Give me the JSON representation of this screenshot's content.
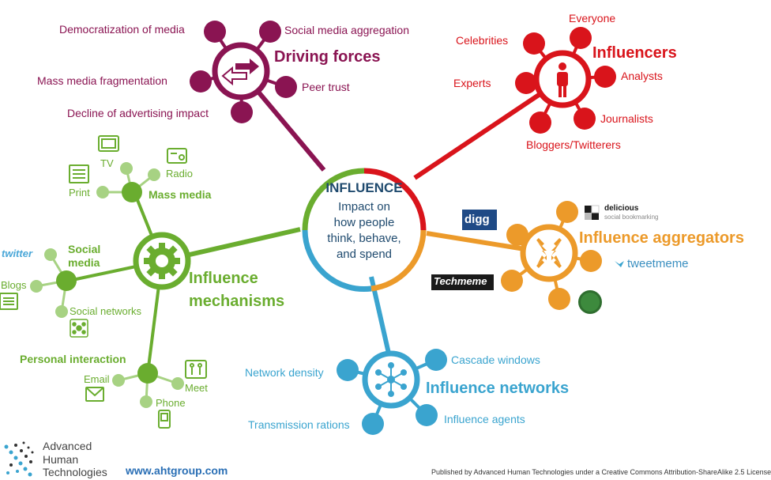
{
  "center": {
    "title": "INFLUENCE",
    "line1": "Impact on",
    "line2": "how people",
    "line3": "think, behave,",
    "line4": "and spend"
  },
  "driving_forces": {
    "title": "Driving forces",
    "items": [
      "Democratization of media",
      "Social media aggregation",
      "Mass media fragmentation",
      "Peer trust",
      "Decline of advertising impact"
    ]
  },
  "influencers": {
    "title": "Influencers",
    "items": [
      "Everyone",
      "Celebrities",
      "Analysts",
      "Experts",
      "Journalists",
      "Bloggers/Twitterers"
    ]
  },
  "aggregators": {
    "title": "Influence aggregators",
    "logos": [
      "digg",
      "delicious",
      "social bookmarking",
      "tweetmeme",
      "Techmeme"
    ]
  },
  "networks": {
    "title": "Influence networks",
    "items": [
      "Network density",
      "Cascade windows",
      "Transmission rations",
      "Influence agents"
    ]
  },
  "mechanisms": {
    "title_line1": "Influence",
    "title_line2": "mechanisms",
    "mass_media": "Mass media",
    "mass_items": [
      "TV",
      "Radio",
      "Print"
    ],
    "social_line1": "Social",
    "social_line2": "media",
    "social_items": [
      "twitter",
      "Blogs",
      "Social networks"
    ],
    "personal": "Personal interaction",
    "personal_items": [
      "Email",
      "Meet",
      "Phone"
    ]
  },
  "footer": {
    "logo_line1": "Advanced",
    "logo_line2": "Human",
    "logo_line3": "Technologies",
    "url": "www.ahtgroup.com",
    "license": "Published by Advanced Human Technologies under a Creative Commons Attribution-ShareAlike 2.5 License"
  },
  "colors": {
    "purple": "#8a1452",
    "red": "#d9141b",
    "green": "#6aad2f",
    "orange": "#ec9a2a",
    "blue": "#3aa4cf"
  }
}
